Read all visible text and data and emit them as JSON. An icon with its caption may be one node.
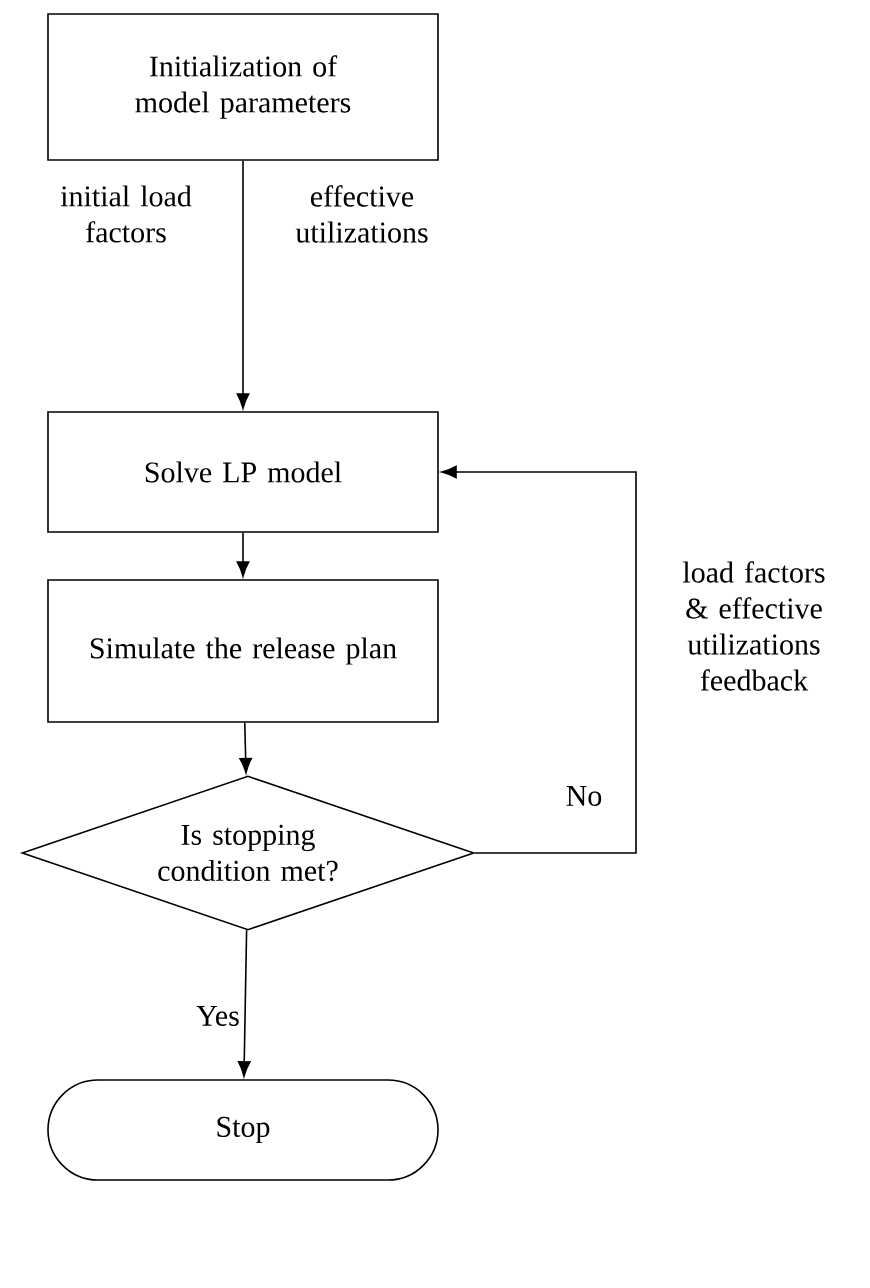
{
  "diagram": {
    "nodes": [
      {
        "text": [
          "Initialization of model parameters"
        ]
      },
      {
        "text": [
          "Solve LP model"
        ]
      },
      {
        "text": [
          "Simulate the release plan"
        ]
      },
      {
        "text": [
          "Is stopping condition met?"
        ]
      },
      {
        "text": [
          "Stop"
        ]
      }
    ],
    "edges": [
      {
        "from": 0,
        "to": 1,
        "arrow": "to"
      },
      {
        "from": 1,
        "to": 2,
        "arrow": "to"
      },
      {
        "from": 2,
        "to": 3,
        "arrow": "to"
      },
      {
        "from": 3,
        "to": 4,
        "arrow": "to",
        "label": "Yes"
      },
      {
        "from": 3,
        "to": 1,
        "arrow": "to",
        "label": "No"
      }
    ],
    "labels": [
      "initial load factors",
      "effective utilizations",
      "load factors & effective utilizations feedback"
    ]
  }
}
